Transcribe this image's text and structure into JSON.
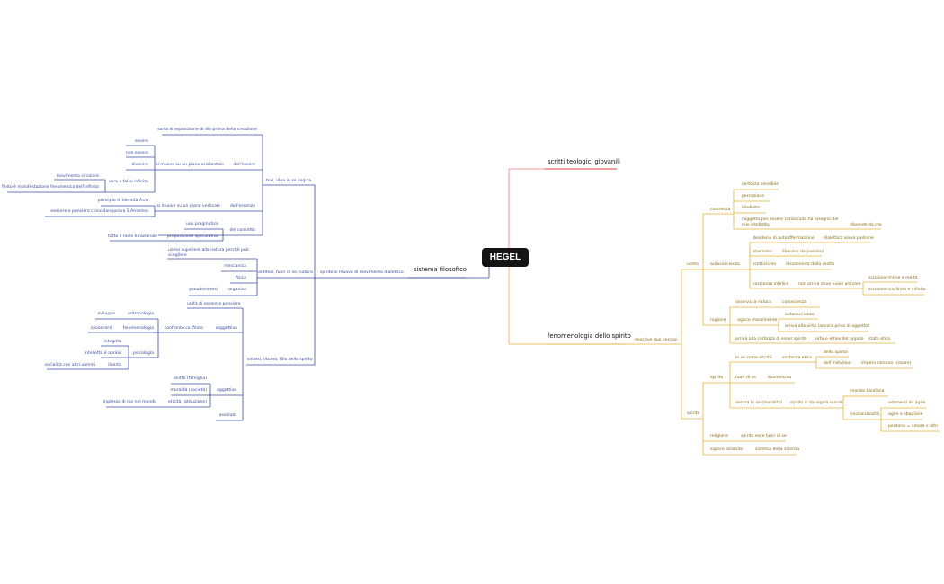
{
  "root": "HEGEL",
  "branches": {
    "young": "scritti teologici giovanili",
    "system": "sistema filosofico",
    "pheno": "fenomenologia dello spirito"
  },
  "system": {
    "movement": "spirito si muove di movimento dialettico",
    "tesi": {
      "label": "tesi, idea in se, logica",
      "intro": "sorta di esposizione di dio prima della creazione",
      "essere": {
        "label": "dell'essere",
        "plane": "si muove su un piano orizzontale",
        "items": [
          "essere",
          "non essere",
          "divenire"
        ],
        "vero": "vero e falso infinito",
        "circ": "movimento circolare",
        "finito": "finito è manifestazione fenomenica dell'infinito"
      },
      "essenza": {
        "label": "dell'essenza",
        "plane": "si muove su un piano verticale",
        "identita": "principio di identità A=A",
        "anselmo": "prova S.Anselmo",
        "pensiero": "eessere e pensiero coincidono"
      },
      "concetto": {
        "label": "del concetto",
        "uso": "uso pragmatico",
        "prop": "proposizione speculativa",
        "reale": "tutto il reale è razionale"
      }
    },
    "antitesi": {
      "label": "antitesi, fuori di se, natura",
      "uomo": "uomo superiore alla natura perchè può scegliere",
      "items": [
        "meccanica",
        "fisica",
        "organica"
      ],
      "pseudo": "pseudosintesi"
    },
    "sintesi": {
      "label": "sintesi, ritorno, fillo dello spirito",
      "unita": "unità di essere e pensiero",
      "soggettivo": {
        "label": "soggettivo",
        "confronto": "confronto col finito",
        "antro": "antropologia",
        "sviluppo": "sviluppo",
        "feno": "fenomenologia",
        "conoscersi": "conoscersi",
        "integrita": "integrità",
        "intelletto": "intelletto è apriori",
        "psico": "psicologia",
        "liberta": "libertà",
        "socialita": "socialità con altri uomini"
      },
      "oggettivo": {
        "label": "oggettivo",
        "diritto": "diritto (famiglia)",
        "moralita": "moralità (società)",
        "eticita": "eticità (istituzione)",
        "ingresso": "ingresso di dio nel mondo"
      },
      "assoluto": "assoluto"
    }
  },
  "pheno": {
    "describe": "descrive due percosi",
    "uomo": {
      "label": "uomo",
      "coscienza": {
        "label": "coscienza",
        "certezza": "certezza sensibile",
        "percezione": "percezione",
        "intelletto": "intelletto",
        "oggetto1": "l'oggetto per essere conosciuto ha bisogno del",
        "oggetto2": "mio intelletto",
        "dipende": "dipende da me"
      },
      "auto": {
        "label": "autocoscienza",
        "desiderio": "desiderio di autoaffermazione",
        "dialettica": "dialettica servo padrone",
        "stoicismo": "stoicismo",
        "liberarsi": "liberarsi da passioni",
        "scetticismo": "scetticismo",
        "distacco": "dissamento dalla realtà",
        "infelice": "coscienza infelice",
        "arriva": "non arriva dove vuole arrivare",
        "sc1": "scissione tra se e realtà",
        "sc2": "scissione tra finito e infinito"
      },
      "ragione": {
        "label": "ragione",
        "osserva": "osserva la natura",
        "conoscenza": "conoscenza",
        "agisce": "agisce moralmente",
        "autocos": "autocoscienza",
        "virtu": "arriva alla virtù (ancora priva di oggetto)",
        "certezza": "arriva alla certezza di esser spirito",
        "popolo": "virtù e ethos del popolo",
        "stato": "stato etico"
      }
    },
    "spirito": {
      "label": "spirito",
      "sub": {
        "label": "spirito",
        "insecome": "in se come eticità",
        "sostanza": "sostanza etica",
        "dello": "dello spirito",
        "individuo": "dell'individuo",
        "impero": "impero romano (cesare)",
        "fuori": "fuori di se",
        "illuminismo": "illuminismo",
        "rientra": "rientra in se (moralità)",
        "regola": "spirito si da regola morali",
        "kant": "morale kantiana",
        "coscienziosita": "coscienziosità",
        "astenersi": "astenersi da agire",
        "agire": "agire e sbagliare",
        "perdono": "perdono = amore x altri"
      },
      "religione": "religione",
      "esce": "spirito esce fuori di se",
      "sapere": "sapere assoluto",
      "sistema": "sistema della scienza"
    }
  },
  "colors": {
    "blue": "#3a4ca8",
    "gold": "#e2b23a",
    "red": "#e03030",
    "pink": "#e87a7a"
  }
}
